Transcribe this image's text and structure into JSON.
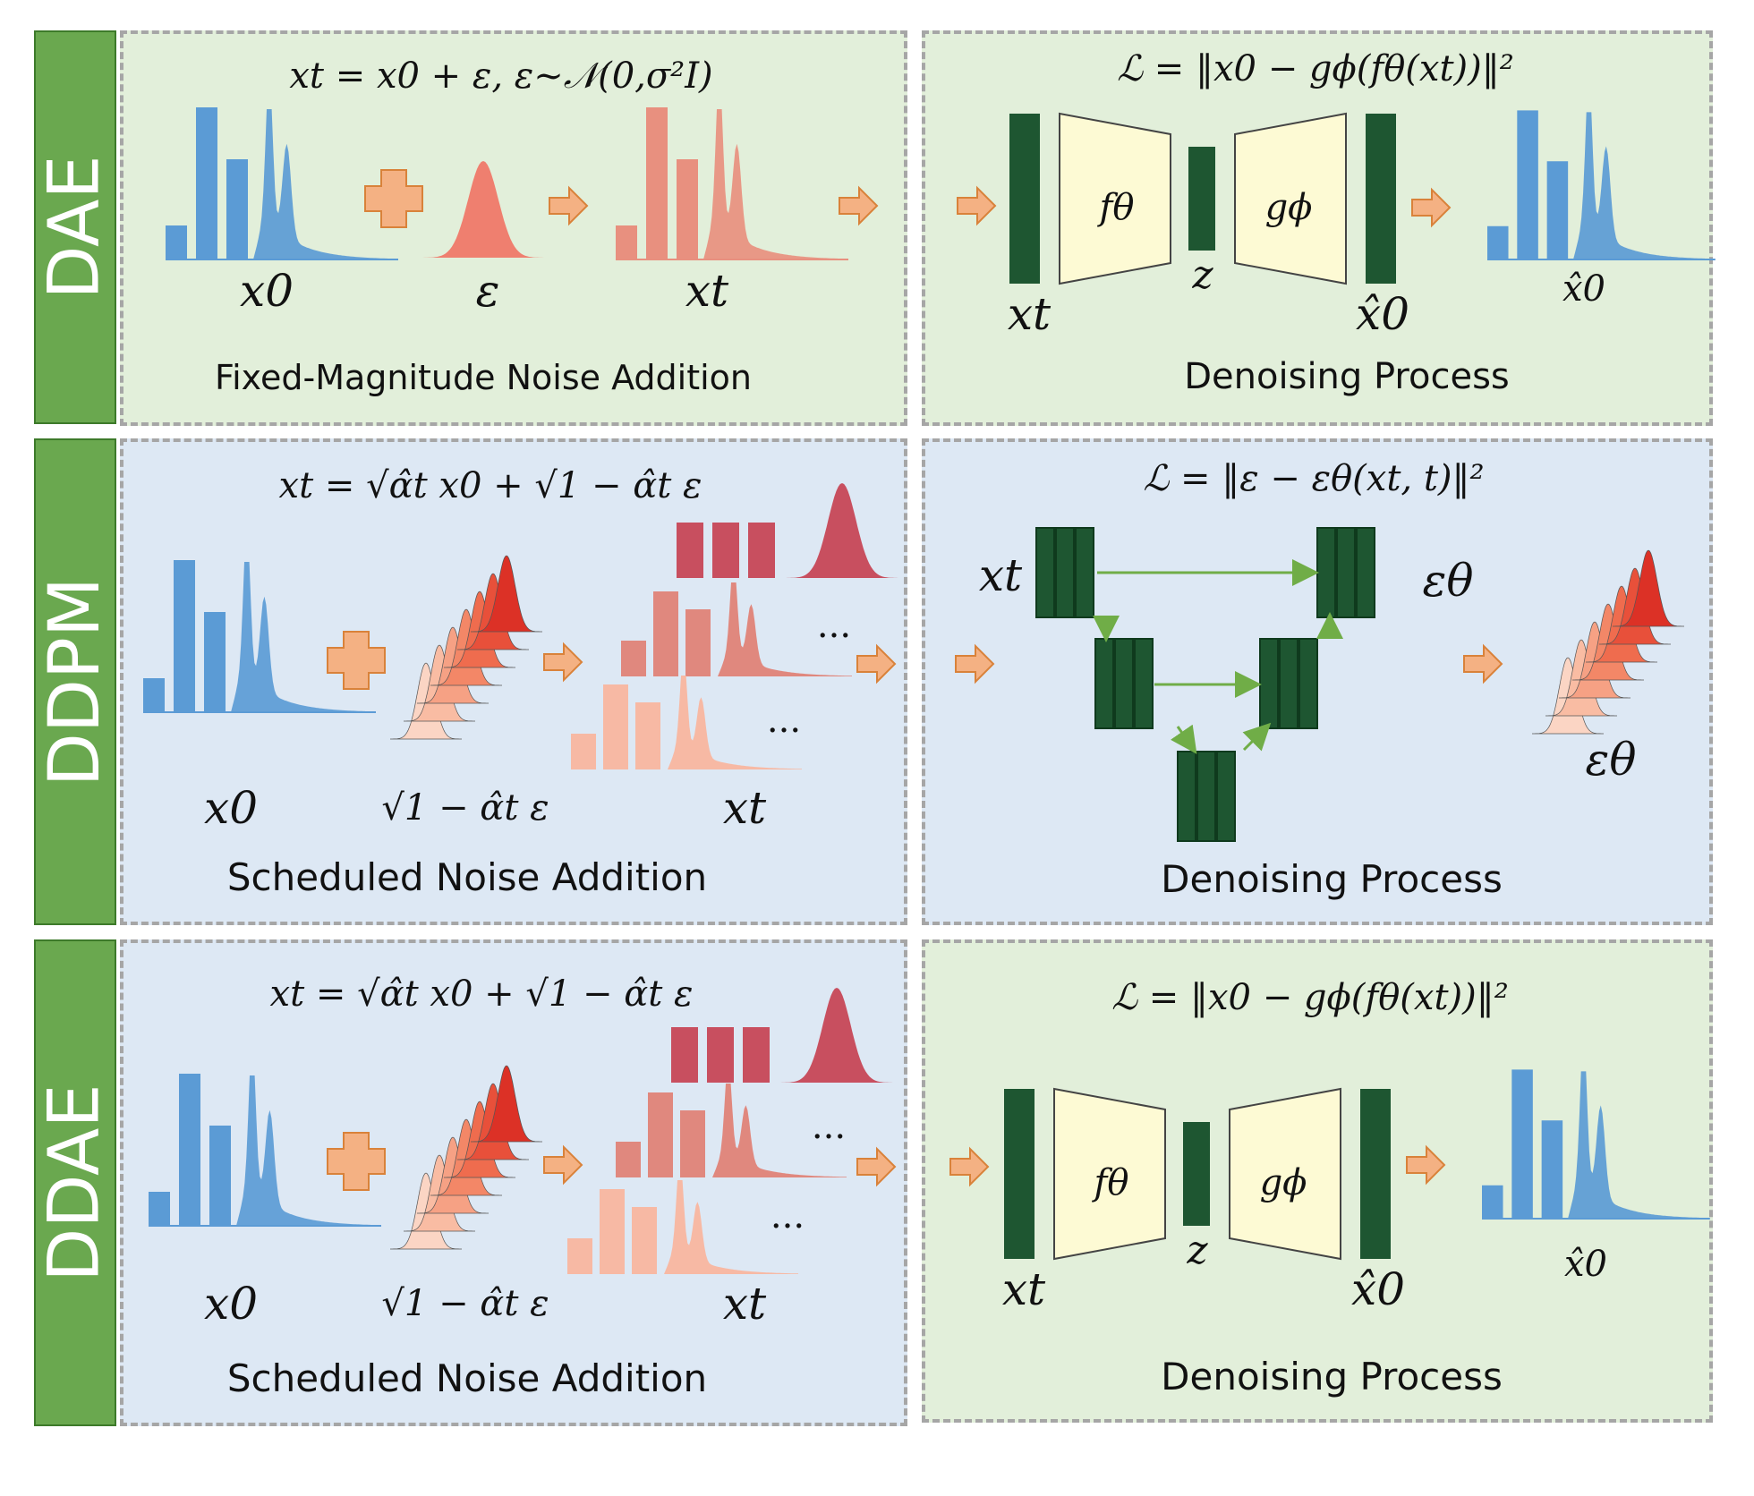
{
  "rows": [
    {
      "label": "DAE",
      "left": {
        "equation": "xt = x0 + ε,   ε~𝒩(0,σ²I)",
        "symbols": [
          "x0",
          "ε",
          "xt"
        ],
        "caption": "Fixed-Magnitude Noise Addition"
      },
      "right": {
        "equation": "ℒ = ‖x0 − gϕ(fθ(xt))‖²",
        "encoder": "fθ",
        "decoder": "gϕ",
        "latent": "z",
        "input": "xt",
        "output": "x̂0",
        "result": "x̂0",
        "caption": "Denoising Process"
      }
    },
    {
      "label": "DDPM",
      "left": {
        "equation": "xt = √α̂t x0 + √1 − α̂t ε",
        "symbols": [
          "x0",
          "√1 − α̂t ε",
          "xt"
        ],
        "ellipsis": "...",
        "caption": "Scheduled Noise Addition"
      },
      "right": {
        "equation": "ℒ = ‖ε − εθ(xt, t)‖²",
        "input": "xt",
        "output": "εθ",
        "result": "εθ",
        "caption": "Denoising Process"
      }
    },
    {
      "label": "DDAE",
      "left": {
        "equation": "xt = √α̂t x0 + √1 − α̂t ε",
        "symbols": [
          "x0",
          "√1 − α̂t ε",
          "xt"
        ],
        "ellipsis": "...",
        "caption": "Scheduled Noise Addition"
      },
      "right": {
        "equation": "ℒ = ‖x0 − gϕ(fθ(xt))‖²",
        "encoder": "fθ",
        "decoder": "gϕ",
        "latent": "z",
        "input": "xt",
        "output": "x̂0",
        "result": "x̂0",
        "caption": "Denoising Process"
      }
    }
  ],
  "colors": {
    "side_label_bg": "#6aa84f",
    "panel_green": "#e2efda",
    "panel_blue": "#dde8f4",
    "data_blue": "#5b9bd5",
    "noise_red": "#ef7f6f",
    "block_dark_green": "#1e5631",
    "block_cream": "#fdfad4",
    "arrow_orange": "#f4b183",
    "skip_green": "#70ad47"
  }
}
